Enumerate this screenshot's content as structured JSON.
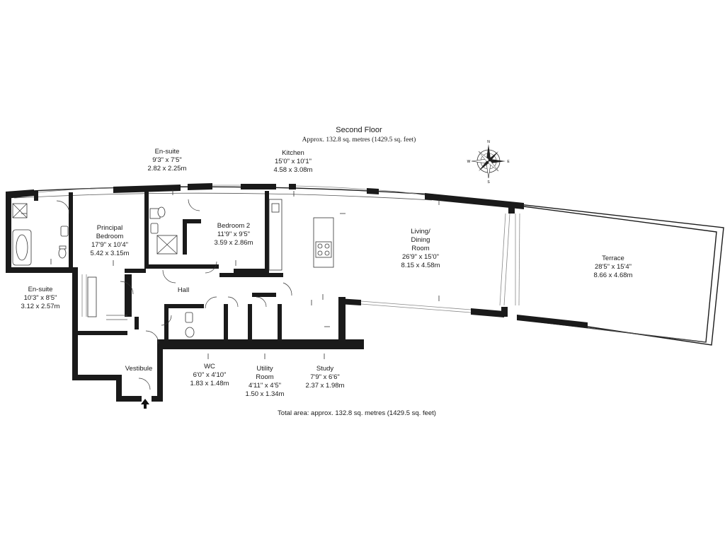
{
  "header": {
    "floor_name": "Second Floor",
    "floor_area": "Approx. 132.8 sq. metres (1429.5 sq. feet)"
  },
  "footer": {
    "total_area": "Total area: approx. 132.8 sq. metres (1429.5 sq. feet)"
  },
  "rooms": {
    "ensuite_upper": {
      "name": "En-suite",
      "imperial": "9'3\" x 7'5\"",
      "metric": "2.82 x 2.25m"
    },
    "kitchen": {
      "name": "Kitchen",
      "imperial": "15'0\" x 10'1\"",
      "metric": "4.58 x 3.08m"
    },
    "principal_bedroom": {
      "name_line1": "Principal",
      "name_line2": "Bedroom",
      "imperial": "17'9\" x 10'4\"",
      "metric": "5.42 x 3.15m"
    },
    "bedroom2": {
      "name": "Bedroom 2",
      "imperial": "11'9\" x 9'5\"",
      "metric": "3.59 x 2.86m"
    },
    "living": {
      "name_line1": "Living/",
      "name_line2": "Dining",
      "name_line3": "Room",
      "imperial": "26'9\" x 15'0\"",
      "metric": "8.15 x 4.58m"
    },
    "terrace": {
      "name": "Terrace",
      "imperial": "28'5\" x 15'4\"",
      "metric": "8.66 x 4.68m"
    },
    "ensuite_left": {
      "name": "En-suite",
      "imperial": "10'3\" x 8'5\"",
      "metric": "3.12 x 2.57m"
    },
    "hall": {
      "name": "Hall"
    },
    "vestibule": {
      "name": "Vestibule"
    },
    "wc": {
      "name": "WC",
      "imperial": "6'0\" x 4'10\"",
      "metric": "1.83 x 1.48m"
    },
    "utility": {
      "name_line1": "Utility",
      "name_line2": "Room",
      "imperial": "4'11\" x 4'5\"",
      "metric": "1.50 x 1.34m"
    },
    "study": {
      "name": "Study",
      "imperial": "7'9\" x 6'6\"",
      "metric": "2.37 x 1.98m"
    }
  },
  "compass": {
    "icon": "compass-rose-icon",
    "letters": [
      "N",
      "E",
      "S",
      "W"
    ]
  },
  "entrance": {
    "icon": "entrance-arrow-icon"
  }
}
